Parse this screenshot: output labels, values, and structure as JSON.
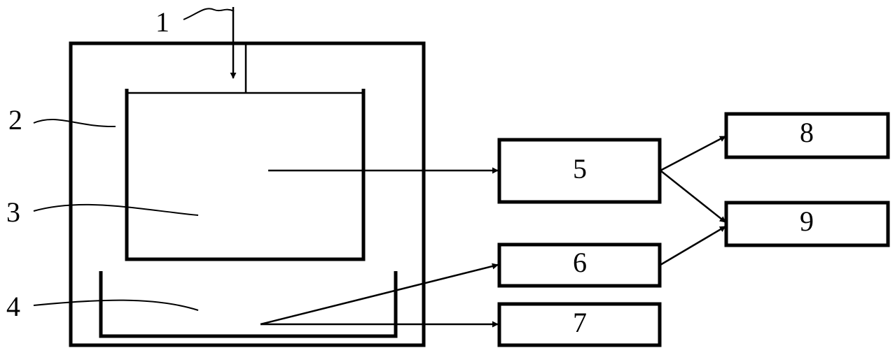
{
  "labels": {
    "inlet": "1",
    "outer_vessel": "2",
    "inner_chamber": "3",
    "tray": "4",
    "unit_5": "5",
    "unit_6": "6",
    "unit_7": "7",
    "unit_8": "8",
    "unit_9": "9"
  },
  "colors": {
    "ink": "#000000",
    "background": "#ffffff"
  }
}
